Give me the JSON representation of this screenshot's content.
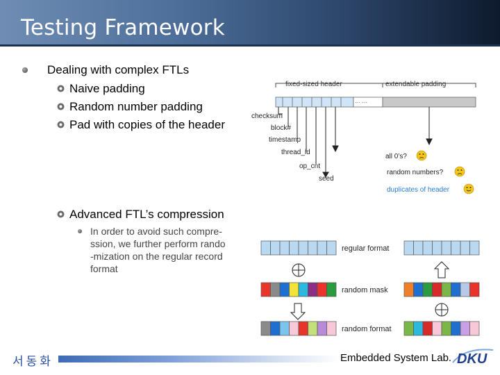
{
  "slide": {
    "title": "Testing Framework",
    "main_bullet": "Dealing with complex FTLs",
    "sub_bullets": [
      "Naive padding",
      "Random number padding",
      "Pad with copies of the header"
    ],
    "compression_bullet": "Advanced FTL’s compression",
    "compression_detail": [
      "In order to avoid such compre-",
      "ssion, we further perform rando",
      "-mization on the regular record",
      "format"
    ]
  },
  "diagram_top": {
    "header_label": "fixed-sized header",
    "padding_label": "extendable padding",
    "ellipsis": "··· ···",
    "fields": [
      "checksum",
      "block#",
      "timestamp",
      "thread_id",
      "op_cnt",
      "seed"
    ],
    "options": [
      "all 0’s?",
      "random numbers?",
      "duplicates of header"
    ]
  },
  "diagram_bottom": {
    "labels": [
      "regular format",
      "random mask",
      "random format"
    ],
    "xor_symbol": "⊕",
    "colors": {
      "regular": "#b9d9f2",
      "mask": [
        "#e8342a",
        "#8a8a8a",
        "#1e6fd0",
        "#f2e23a",
        "#2db8e0",
        "#8b2f86",
        "#e8342a",
        "#2b9b3f",
        "#f07f2a",
        "#1e6fd0",
        "#2b9b3f",
        "#d92a2a",
        "#7ab648",
        "#1e6fd0",
        "#b8c9e8",
        "#e8342a",
        "#8a8a8a"
      ],
      "random_format": [
        "#8a8a8a",
        "#1e6fd0",
        "#7cc4ee",
        "#f6c8d8",
        "#e8342a",
        "#c4e07a",
        "#b98ad8",
        "#f6c8d8",
        "#7ab648",
        "#2db8e0",
        "#d92a2a",
        "#f6c8d8",
        "#7ab648",
        "#1e6fd0",
        "#c9a0e6",
        "#f6c8d8",
        "#8a8a8a"
      ]
    }
  },
  "footer": {
    "author": "서동화",
    "lab": "Embedded System Lab.",
    "logo_text": "DKU"
  }
}
